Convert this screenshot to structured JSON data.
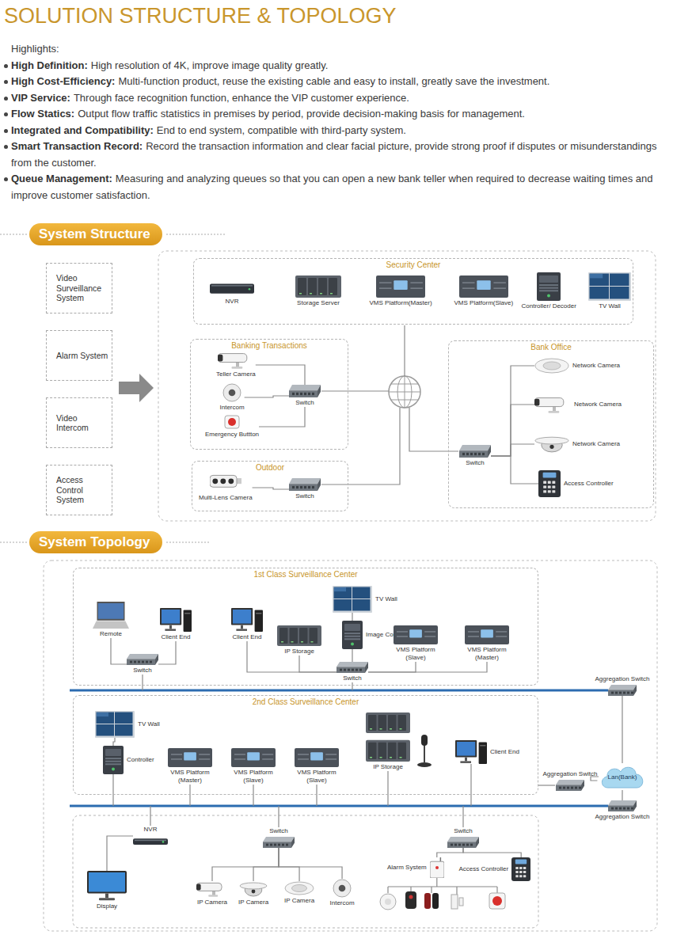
{
  "diagram": {
    "title": "SOLUTION STRUCTURE & TOPOLOGY",
    "nodes": [
      {
        "text": [
          "System Structure"
        ]
      },
      {
        "text": [
          "Video Surveillance System"
        ]
      },
      {
        "text": [
          "Alarm System"
        ]
      },
      {
        "text": [
          "Video Intercom"
        ]
      },
      {
        "text": [
          "Access Control System"
        ]
      },
      {
        "text": [
          "Security Center"
        ]
      },
      {
        "text": [
          "NVR"
        ],
        "in": 5
      },
      {
        "text": [
          "Storage Server"
        ],
        "in": 5
      },
      {
        "text": [
          "VMS Platform(Master)"
        ],
        "in": 5
      },
      {
        "text": [
          "VMS Platform(Slave)"
        ],
        "in": 5
      },
      {
        "text": [
          "Controller/ Decoder"
        ],
        "in": 5
      },
      {
        "text": [
          "TV Wall"
        ],
        "in": 5
      },
      {
        "text": [
          "Banking Transactions"
        ]
      },
      {
        "text": [
          "Teller Camera"
        ],
        "in": 12
      },
      {
        "text": [
          "Intercom"
        ],
        "in": 12
      },
      {
        "text": [
          "Emergency Buttton"
        ],
        "in": 12
      },
      {
        "text": [
          "Switch"
        ],
        "in": 12
      },
      {
        "text": [
          "Outdoor"
        ]
      },
      {
        "text": [
          "Multi-Lens Camera"
        ],
        "in": 17
      },
      {
        "text": [
          "Switch"
        ],
        "in": 17
      },
      {
        "text": [
          "Bank Office"
        ]
      },
      {
        "text": [
          "Switch"
        ],
        "in": 20
      },
      {
        "text": [
          "Network Camera"
        ],
        "in": 20
      },
      {
        "text": [
          "Network Camera"
        ],
        "in": 20
      },
      {
        "text": [
          "Network Camera"
        ],
        "in": 20
      },
      {
        "text": [
          "Access Controller"
        ],
        "in": 20
      },
      {
        "text": [
          "System Topology"
        ]
      },
      {
        "text": [
          "1st Class Surveillance Center"
        ]
      },
      {
        "text": [
          "Remote"
        ],
        "in": 27
      },
      {
        "text": [
          "Switch"
        ],
        "in": 27
      },
      {
        "text": [
          "Client End"
        ],
        "in": 27
      },
      {
        "text": [
          "Client End"
        ],
        "in": 27
      },
      {
        "text": [
          "IP Storage"
        ],
        "in": 27
      },
      {
        "text": [
          "Switch"
        ],
        "in": 27
      },
      {
        "text": [
          "TV Wall"
        ],
        "in": 27
      },
      {
        "text": [
          "Image Controller"
        ],
        "in": 27
      },
      {
        "text": [
          "VMS Platform (Slave)"
        ],
        "in": 27
      },
      {
        "text": [
          "VMS Platform (Master)"
        ],
        "in": 27
      },
      {
        "text": [
          "Aggregation Switch"
        ]
      },
      {
        "text": [
          "2nd Class Surveillance Center"
        ]
      },
      {
        "text": [
          "TV Wall"
        ],
        "in": 39
      },
      {
        "text": [
          "Controller"
        ],
        "in": 39
      },
      {
        "text": [
          "VMS Platform (Master)"
        ],
        "in": 39
      },
      {
        "text": [
          "VMS Platform (Slave)"
        ],
        "in": 39
      },
      {
        "text": [
          "VMS Platform (Slave)"
        ],
        "in": 39
      },
      {
        "text": [
          "IP Storage"
        ],
        "in": 39
      },
      {
        "text": [
          "Client End"
        ],
        "in": 39
      },
      {
        "text": [
          "Aggregation Switch"
        ]
      },
      {
        "text": [
          "Lan(Bank)"
        ]
      },
      {
        "text": [
          "Aggregation Switch"
        ]
      },
      {
        "text": [
          "NVR"
        ]
      },
      {
        "text": [
          "Display"
        ]
      },
      {
        "text": [
          "Switch"
        ]
      },
      {
        "text": [
          "IP Camera"
        ]
      },
      {
        "text": [
          "IP Camera"
        ]
      },
      {
        "text": [
          "IP Camera"
        ]
      },
      {
        "text": [
          "Intercom"
        ]
      },
      {
        "text": [
          "Switch"
        ]
      },
      {
        "text": [
          "Alarm System"
        ]
      },
      {
        "text": [
          "Access Controller"
        ]
      }
    ],
    "edges": [
      {
        "from": 16,
        "to": 13,
        "arrow": "none"
      },
      {
        "from": 16,
        "to": 14,
        "arrow": "none"
      },
      {
        "from": 16,
        "to": 15,
        "arrow": "none"
      },
      {
        "from": 19,
        "to": 18,
        "arrow": "none"
      },
      {
        "from": 21,
        "to": 22,
        "arrow": "none"
      },
      {
        "from": 21,
        "to": 23,
        "arrow": "none"
      },
      {
        "from": 21,
        "to": 24,
        "arrow": "none"
      },
      {
        "from": 21,
        "to": 25,
        "arrow": "none"
      },
      {
        "from": 29,
        "to": 28,
        "arrow": "none"
      },
      {
        "from": 29,
        "to": 30,
        "arrow": "none"
      },
      {
        "from": 33,
        "to": 31,
        "arrow": "none"
      },
      {
        "from": 33,
        "to": 32,
        "arrow": "none"
      },
      {
        "from": 33,
        "to": 35,
        "arrow": "none"
      },
      {
        "from": 35,
        "to": 34,
        "arrow": "none"
      },
      {
        "from": 33,
        "to": 36,
        "arrow": "none"
      },
      {
        "from": 33,
        "to": 37,
        "arrow": "none"
      },
      {
        "from": 41,
        "to": 40,
        "arrow": "none"
      },
      {
        "from": 38,
        "to": 48,
        "arrow": "none"
      },
      {
        "from": 47,
        "to": 48,
        "arrow": "none"
      },
      {
        "from": 49,
        "to": 48,
        "arrow": "none"
      },
      {
        "from": 50,
        "to": 51,
        "arrow": "none"
      },
      {
        "from": 52,
        "to": 53,
        "arrow": "none"
      },
      {
        "from": 52,
        "to": 54,
        "arrow": "none"
      },
      {
        "from": 52,
        "to": 55,
        "arrow": "none"
      },
      {
        "from": 52,
        "to": 56,
        "arrow": "none"
      },
      {
        "from": 57,
        "to": 58,
        "arrow": "none"
      },
      {
        "from": 57,
        "to": 59,
        "arrow": "none"
      }
    ],
    "labels": [
      "Highlights:",
      "High Definition:",
      "High resolution of 4K, improve image quality greatly.",
      "High Cost-Efficiency:",
      "Multi-function product, reuse the existing cable and easy to install, greatly save the investment.",
      "VIP Service:",
      "Through face recognition function, enhance the VIP customer experience.",
      "Flow Statics:",
      "Output flow traffic statistics in premises by period, provide decision-making basis for management.",
      "Integrated and Compatibility:",
      "End to end system, compatible with third-party system.",
      "Smart Transaction Record:",
      "Record the transaction information and clear facial picture, provide strong proof if disputes or misunderstandings from the customer.",
      "Queue Management:",
      "Measuring and analyzing queues so that you can open a new bank teller when required to decrease waiting times and improve customer satisfaction."
    ]
  }
}
